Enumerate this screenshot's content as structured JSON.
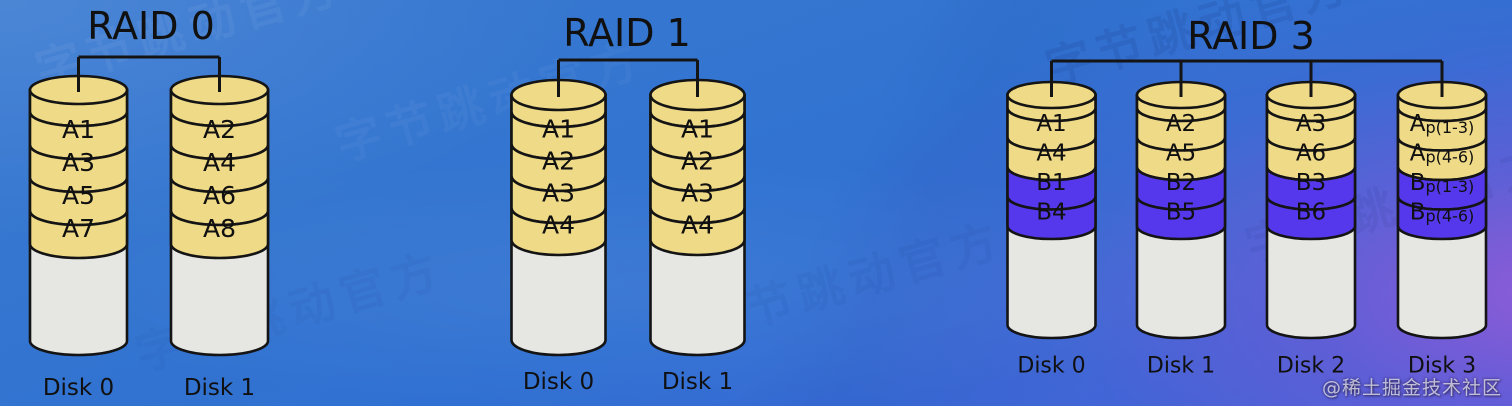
{
  "page": {
    "brand_watermark": "字节跳动官方",
    "community_watermark": "@稀土掘金技术社区"
  },
  "colors": {
    "data_a": "#EFDA87",
    "data_b": "#5638EC",
    "free": "#E6E6E3",
    "outline": "#141414",
    "text": "#101010",
    "background_blue": "#3070D2",
    "background_purple": "#8A5FD2"
  },
  "groups": [
    {
      "id": "raid-0",
      "title": "RAID 0",
      "disks": [
        {
          "label": "Disk 0",
          "segments": [
            {
              "text": "A1",
              "type": "a"
            },
            {
              "text": "A3",
              "type": "a"
            },
            {
              "text": "A5",
              "type": "a"
            },
            {
              "text": "A7",
              "type": "a"
            }
          ]
        },
        {
          "label": "Disk 1",
          "segments": [
            {
              "text": "A2",
              "type": "a"
            },
            {
              "text": "A4",
              "type": "a"
            },
            {
              "text": "A6",
              "type": "a"
            },
            {
              "text": "A8",
              "type": "a"
            }
          ]
        }
      ]
    },
    {
      "id": "raid-1",
      "title": "RAID 1",
      "disks": [
        {
          "label": "Disk 0",
          "segments": [
            {
              "text": "A1",
              "type": "a"
            },
            {
              "text": "A2",
              "type": "a"
            },
            {
              "text": "A3",
              "type": "a"
            },
            {
              "text": "A4",
              "type": "a"
            }
          ]
        },
        {
          "label": "Disk 1",
          "segments": [
            {
              "text": "A1",
              "type": "a"
            },
            {
              "text": "A2",
              "type": "a"
            },
            {
              "text": "A3",
              "type": "a"
            },
            {
              "text": "A4",
              "type": "a"
            }
          ]
        }
      ]
    },
    {
      "id": "raid-3",
      "title": "RAID 3",
      "disks": [
        {
          "label": "Disk 0",
          "segments": [
            {
              "text": "A1",
              "type": "a"
            },
            {
              "text": "A4",
              "type": "a"
            },
            {
              "text": "B1",
              "type": "b"
            },
            {
              "text": "B4",
              "type": "b"
            }
          ]
        },
        {
          "label": "Disk 1",
          "segments": [
            {
              "text": "A2",
              "type": "a"
            },
            {
              "text": "A5",
              "type": "a"
            },
            {
              "text": "B2",
              "type": "b"
            },
            {
              "text": "B5",
              "type": "b"
            }
          ]
        },
        {
          "label": "Disk 2",
          "segments": [
            {
              "text": "A3",
              "type": "a"
            },
            {
              "text": "A6",
              "type": "a"
            },
            {
              "text": "B3",
              "type": "b"
            },
            {
              "text": "B6",
              "type": "b"
            }
          ]
        },
        {
          "label": "Disk 3",
          "segments": [
            {
              "text": "A",
              "sub": "p(1-3)",
              "type": "a"
            },
            {
              "text": "A",
              "sub": "p(4-6)",
              "type": "a"
            },
            {
              "text": "B",
              "sub": "p(1-3)",
              "type": "b"
            },
            {
              "text": "B",
              "sub": "p(4-6)",
              "type": "b"
            }
          ]
        }
      ]
    }
  ]
}
